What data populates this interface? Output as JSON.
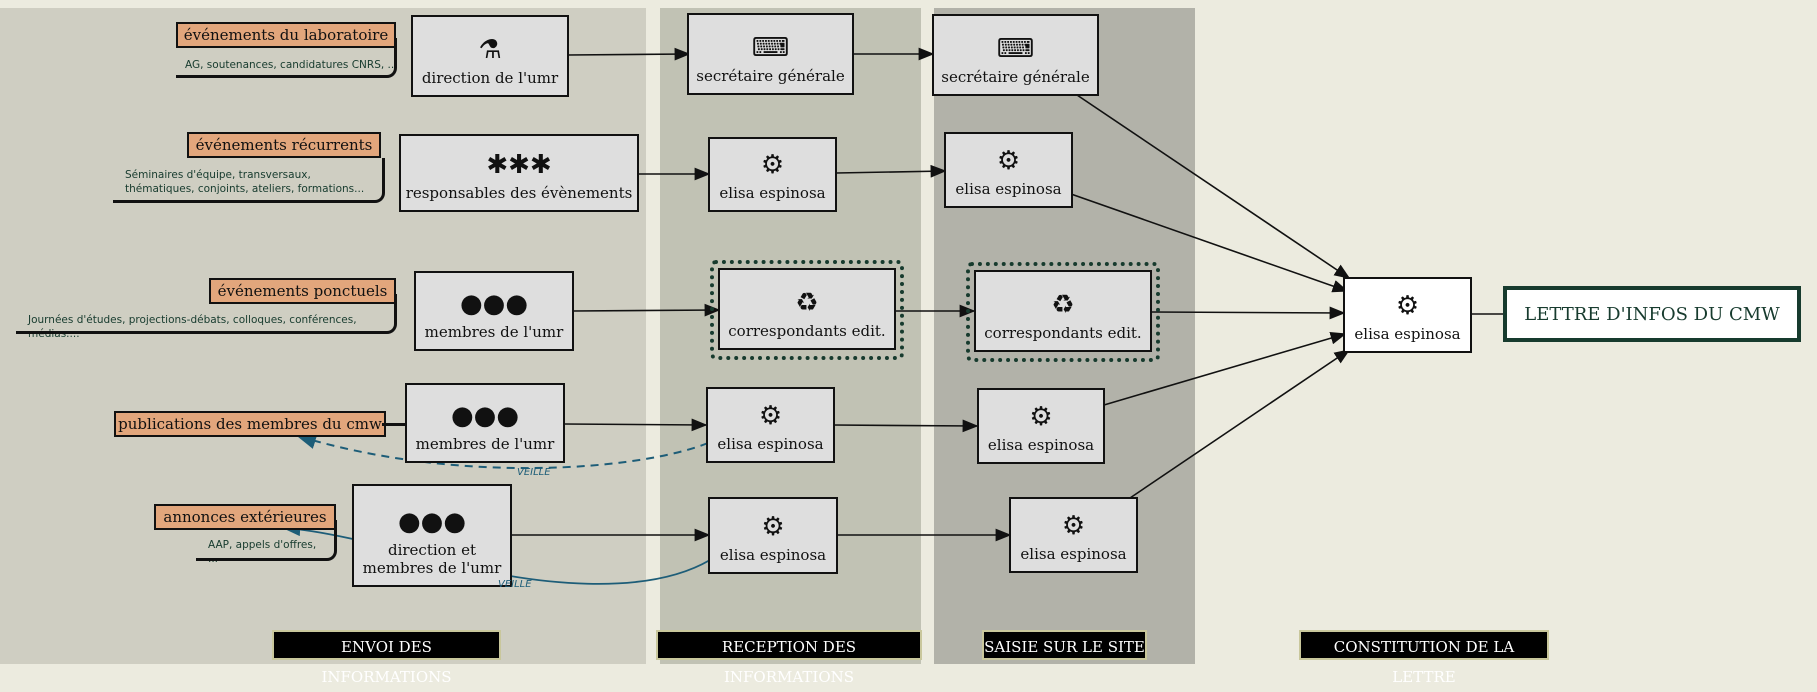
{
  "colors": {
    "tag": "#e2a67c",
    "accent": "#173b2e",
    "veille": "#1d5d78"
  },
  "sources": [
    {
      "tag": "événements du laboratoire",
      "detail": "AG, soutenances, candidatures CNRS, ..."
    },
    {
      "tag": "événements récurrents",
      "detail": "Séminaires d'équipe, transversaux, thématiques, conjoints, ateliers, formations..."
    },
    {
      "tag": "événements ponctuels",
      "detail": "Journées d'études, projections-débats, colloques, conférences, médias...."
    },
    {
      "tag": "publications des membres du cmw",
      "detail": ""
    },
    {
      "tag": "annonces extérieures",
      "detail": "AAP, appels d'offres, ..."
    }
  ],
  "senders": [
    {
      "label": "direction de l'umr",
      "icon": "desk-person-icon"
    },
    {
      "label": "responsables des évènements",
      "icon": "group-row-icon"
    },
    {
      "label": "membres de l'umr",
      "icon": "crowd-icon"
    },
    {
      "label": "membres de l'umr",
      "icon": "crowd-icon"
    },
    {
      "label": "direction et membres de l'umr",
      "icon": "crowd-icon"
    }
  ],
  "reception": [
    {
      "label": "secrétaire générale",
      "icon": "desk-computer-icon"
    },
    {
      "label": "elisa espinosa",
      "icon": "head-gear-icon"
    },
    {
      "label": "correspondants edit.",
      "icon": "recycle-person-icon"
    },
    {
      "label": "elisa espinosa",
      "icon": "head-gear-icon"
    },
    {
      "label": "elisa espinosa",
      "icon": "head-gear-icon"
    }
  ],
  "saisie": [
    {
      "label": "secrétaire générale",
      "icon": "desk-computer-icon"
    },
    {
      "label": "elisa espinosa",
      "icon": "head-gear-icon"
    },
    {
      "label": "correspondants edit.",
      "icon": "recycle-person-icon"
    },
    {
      "label": "elisa espinosa",
      "icon": "head-gear-icon"
    },
    {
      "label": "elisa espinosa",
      "icon": "head-gear-icon"
    }
  ],
  "constitution": {
    "label": "elisa espinosa",
    "icon": "head-gear-icon"
  },
  "output": "LETTRE D'INFOS DU CMW",
  "veille": "VEILLE",
  "columns": [
    "ENVOI DES INFORMATIONS",
    "RECEPTION DES INFORMATIONS",
    "SAISIE SUR LE SITE",
    "CONSTITUTION DE LA LETTRE"
  ]
}
